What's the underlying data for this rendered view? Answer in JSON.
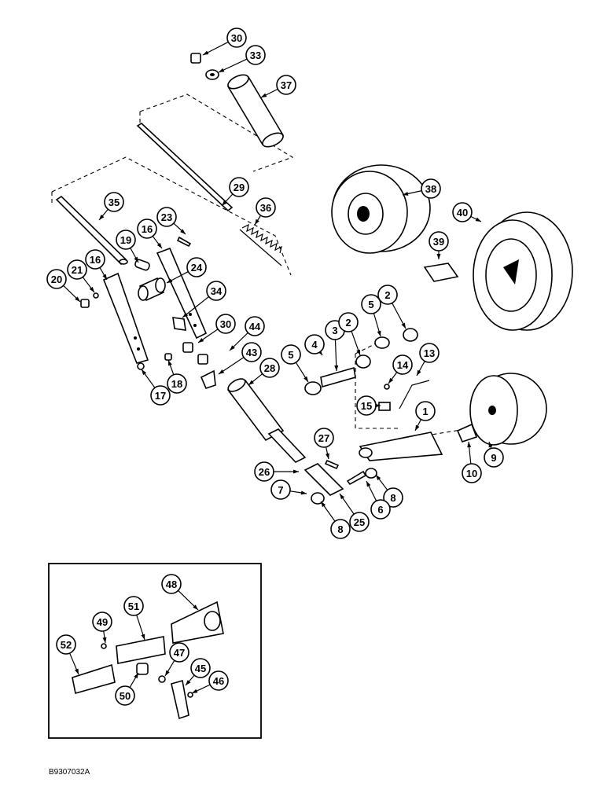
{
  "figure_code": "B9307032A",
  "callouts": [
    {
      "n": "30"
    },
    {
      "n": "33"
    },
    {
      "n": "37"
    },
    {
      "n": "29"
    },
    {
      "n": "38"
    },
    {
      "n": "40"
    },
    {
      "n": "36"
    },
    {
      "n": "35"
    },
    {
      "n": "23"
    },
    {
      "n": "16"
    },
    {
      "n": "19"
    },
    {
      "n": "39"
    },
    {
      "n": "21"
    },
    {
      "n": "16"
    },
    {
      "n": "24"
    },
    {
      "n": "20"
    },
    {
      "n": "34"
    },
    {
      "n": "5"
    },
    {
      "n": "2"
    },
    {
      "n": "30"
    },
    {
      "n": "44"
    },
    {
      "n": "3"
    },
    {
      "n": "2"
    },
    {
      "n": "4"
    },
    {
      "n": "5"
    },
    {
      "n": "43"
    },
    {
      "n": "13"
    },
    {
      "n": "18"
    },
    {
      "n": "17"
    },
    {
      "n": "28"
    },
    {
      "n": "14"
    },
    {
      "n": "15"
    },
    {
      "n": "1"
    },
    {
      "n": "27"
    },
    {
      "n": "26"
    },
    {
      "n": "9"
    },
    {
      "n": "10"
    },
    {
      "n": "8"
    },
    {
      "n": "7"
    },
    {
      "n": "6"
    },
    {
      "n": "25"
    },
    {
      "n": "8"
    },
    {
      "n": "48"
    },
    {
      "n": "51"
    },
    {
      "n": "49"
    },
    {
      "n": "52"
    },
    {
      "n": "47"
    },
    {
      "n": "45"
    },
    {
      "n": "46"
    },
    {
      "n": "50"
    }
  ]
}
